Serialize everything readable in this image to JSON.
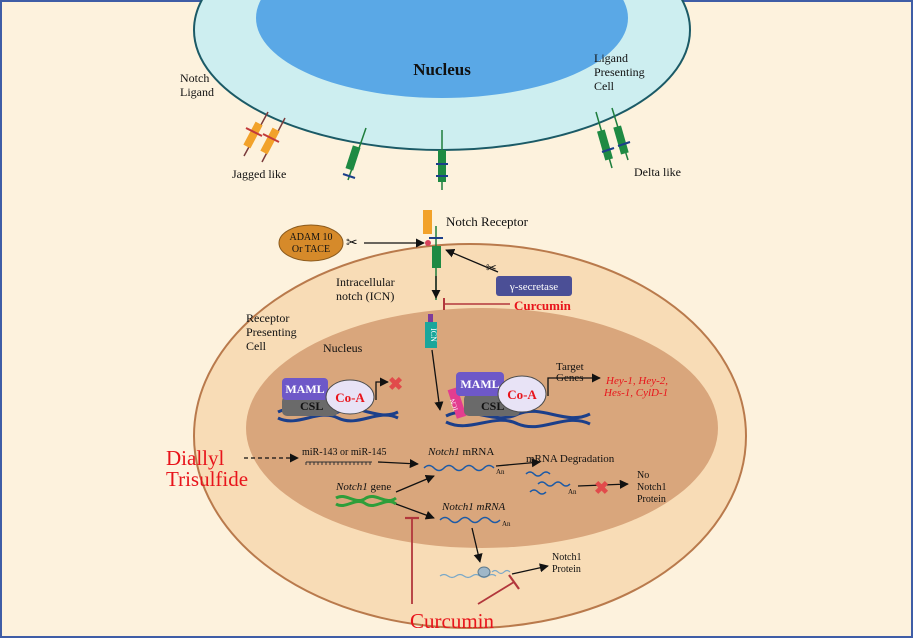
{
  "ligand_cell": {
    "nucleus_label": "Nucleus",
    "notch_ligand": [
      "Notch",
      "Ligand"
    ],
    "ligand_presenting_cell": [
      "Ligand",
      "Presenting",
      "Cell"
    ],
    "jagged_like": "Jagged like",
    "delta_like": "Delta like"
  },
  "receptor_area": {
    "notch_receptor": "Notch Receptor",
    "adam": [
      "ADAM 10",
      "Or TACE"
    ],
    "gamma_secretase": "γ-secretase",
    "curcumin_small": "Curcumin",
    "icn_label": [
      "Intracellular",
      "notch (ICN)"
    ],
    "icn_tag": "ICN"
  },
  "receptor_cell": {
    "label": [
      "Receptor",
      "Presenting",
      "Cell"
    ],
    "nucleus_label": "Nucleus",
    "maml": "MAML",
    "coa": "Co-A",
    "csl": "CSL",
    "target_genes": [
      "Target",
      "Genes"
    ],
    "genes_list": [
      "Hey-1, Hey-2,",
      "Hes-1, CylD-1"
    ],
    "mirna": "miR-143 or miR-145",
    "notch1_mrna_prefix": "Notch1",
    "notch1_mrna_suffix": " mRNA",
    "notch1_mrna_italic": "Notch1 mRNA",
    "mrna_degradation": "mRNA Degradation",
    "no_protein": [
      "No",
      "Notch1",
      "Protein"
    ],
    "notch1_gene_prefix": "Notch1",
    "notch1_gene_suffix": " gene",
    "notch1_protein": [
      "Notch1",
      "Protein"
    ],
    "poly_a": "An"
  },
  "compounds": {
    "diallyl": [
      "Diallyl",
      "Trisulfide"
    ],
    "curcumin_big": "Curcumin"
  },
  "colors": {
    "page_bg": "#fdf2dd",
    "ligand_cell": "#cdeef0",
    "ligand_nucleus": "#5aa8e6",
    "receptor_cell": "#f8dcb6",
    "receptor_nucleus": "#d9a67c",
    "maml": "#6e58c8",
    "coa": "#e8e3f6",
    "csl": "#6a6a6a",
    "curcumin_red": "#e8141b",
    "inhibitor_line": "#b2373c",
    "gamma_box": "#4b4f96",
    "adam": "#d68a2a",
    "icn": "#1aa69b"
  }
}
